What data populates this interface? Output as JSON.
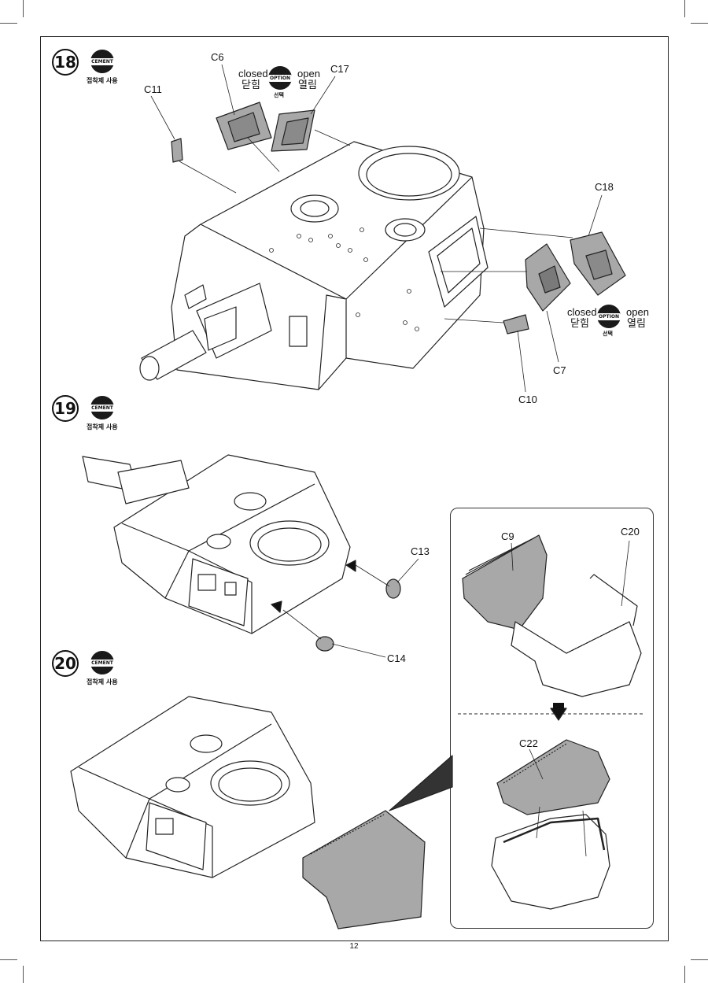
{
  "page": {
    "number": "12"
  },
  "badges": {
    "cement": "CEMENT",
    "cement_sub": "접착제 사용",
    "option": "OPTION",
    "option_sub": "선택"
  },
  "option_labels": {
    "closed": "closed",
    "closed_ko": "닫힘",
    "open": "open",
    "open_ko": "열림"
  },
  "steps": [
    {
      "number": "18",
      "parts": [
        "C6",
        "C17",
        "C11",
        "C18",
        "C7",
        "C10"
      ]
    },
    {
      "number": "19",
      "parts": [
        "C13",
        "C14"
      ]
    },
    {
      "number": "20",
      "parts": [
        "C9",
        "C20",
        "C22"
      ]
    }
  ],
  "colors": {
    "part_gray": "#a8a8a8",
    "line": "#222222",
    "hull": "#ffffff"
  }
}
